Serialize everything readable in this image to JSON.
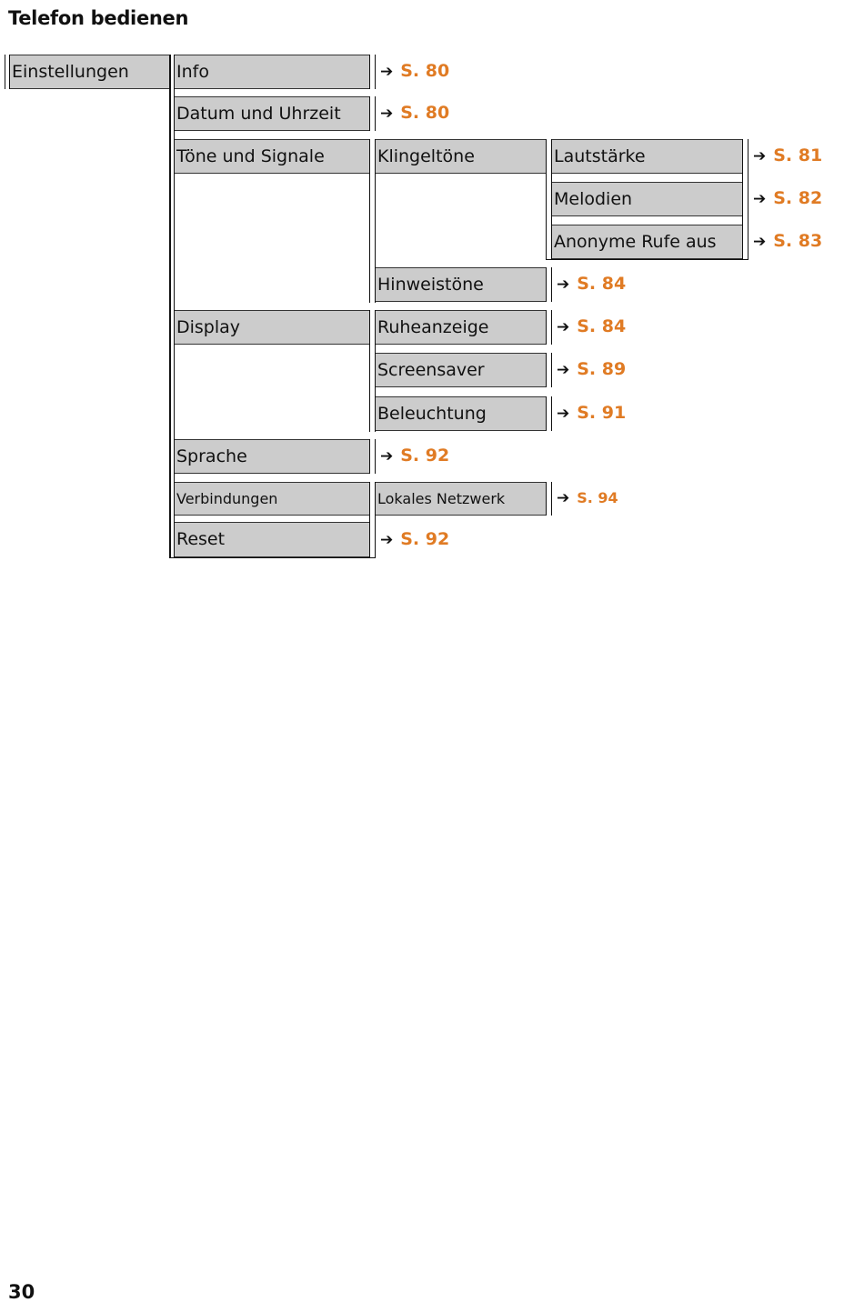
{
  "header": {
    "title": "Telefon bedienen"
  },
  "footer": {
    "page_number": "30"
  },
  "menu": {
    "root": "Einstellungen",
    "level1": {
      "info": "Info",
      "datum": "Datum und Uhrzeit",
      "toene": "Töne und Signale",
      "display": "Display",
      "sprache": "Sprache",
      "verbindungen": "Verbindungen",
      "reset": "Reset"
    },
    "level2": {
      "klingeltoene": "Klingeltöne",
      "hinweistoene": "Hinweistöne",
      "ruheanzeige": "Ruheanzeige",
      "screensaver": "Screensaver",
      "beleuchtung": "Beleuchtung",
      "lokales_netzwerk": "Lokales Netzwerk"
    },
    "level3": {
      "lautstaerke": "Lautstärke",
      "melodien": "Melodien",
      "anonyme_rufe": "Anonyme Rufe aus"
    }
  },
  "refs": {
    "arrow_glyph": "➔",
    "info": "S. 80",
    "datum": "S. 80",
    "lautstaerke": "S. 81",
    "melodien": "S. 82",
    "anonyme_rufe": "S. 83",
    "hinweistoene": "S. 84",
    "ruheanzeige": "S. 84",
    "screensaver": "S. 89",
    "beleuchtung": "S. 91",
    "sprache": "S. 92",
    "lokales_netzwerk": "S. 94",
    "reset": "S. 92"
  },
  "colors": {
    "box_fill": "#cccccc",
    "ref_orange": "#e07b24"
  }
}
